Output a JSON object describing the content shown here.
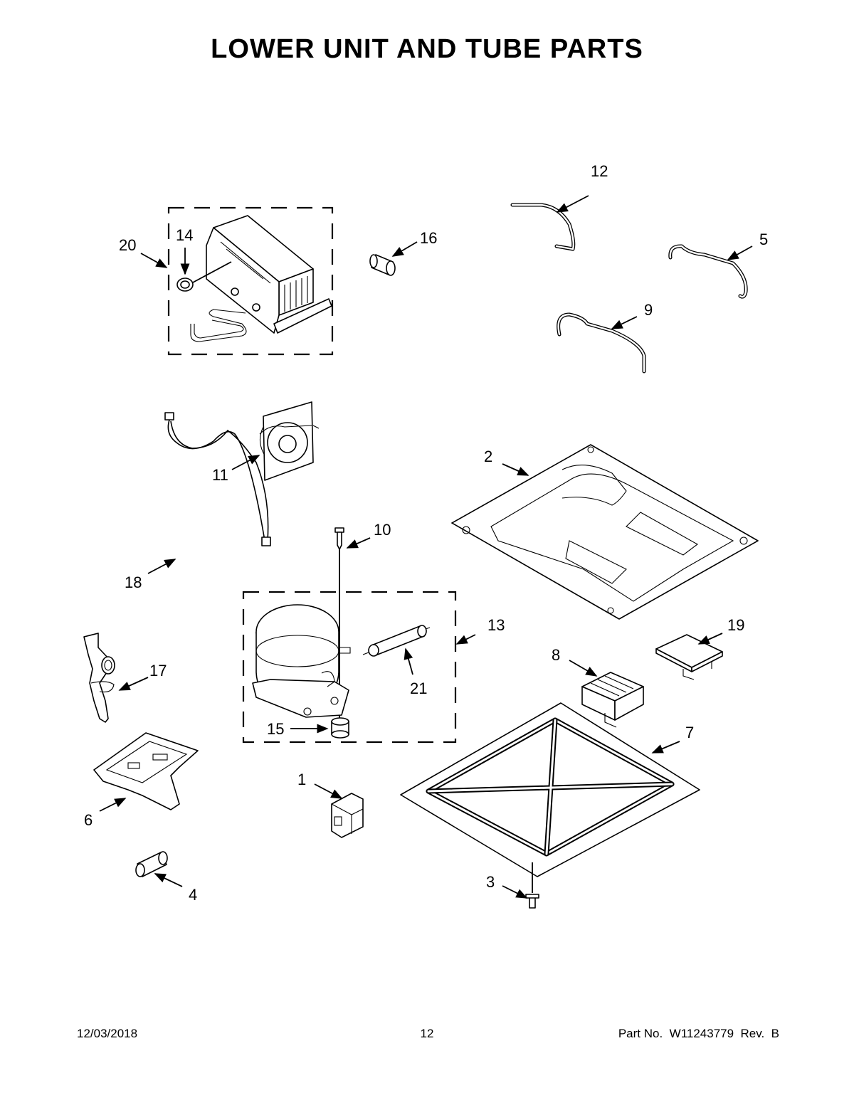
{
  "page": {
    "title": "LOWER UNIT AND TUBE PARTS"
  },
  "callouts": [
    "1",
    "2",
    "3",
    "4",
    "5",
    "6",
    "7",
    "8",
    "9",
    "10",
    "11",
    "12",
    "13",
    "14",
    "15",
    "16",
    "17",
    "18",
    "19",
    "20",
    "21"
  ],
  "footer": {
    "date": "12/03/2018",
    "page_number": "12",
    "part_number": "Part No.  W11243779  Rev.  B"
  }
}
